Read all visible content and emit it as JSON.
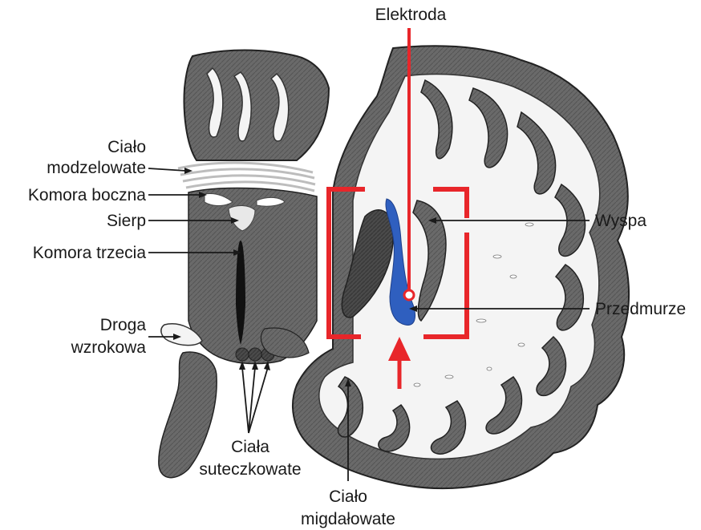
{
  "labels": {
    "electrode": "Elektroda",
    "corpus_callosum_1": "Ciało",
    "corpus_callosum_2": "modzelowate",
    "lateral_ventricle": "Komora boczna",
    "septum": "Sierp",
    "third_ventricle": "Komora trzecia",
    "optic_tract_1": "Droga",
    "optic_tract_2": "wzrokowa",
    "mammillary_1": "Ciała",
    "mammillary_2": "suteczkowate",
    "amygdala_1": "Ciało",
    "amygdala_2": "migdałowate",
    "insula": "Wyspa",
    "claustrum": "Przedmurze"
  },
  "colors": {
    "highlight": "#e8262a",
    "claustrum": "#2f5fbf",
    "gray_matter": "#6e6e6e",
    "white_matter": "#f2f2f2",
    "line": "#1a1a1a"
  }
}
